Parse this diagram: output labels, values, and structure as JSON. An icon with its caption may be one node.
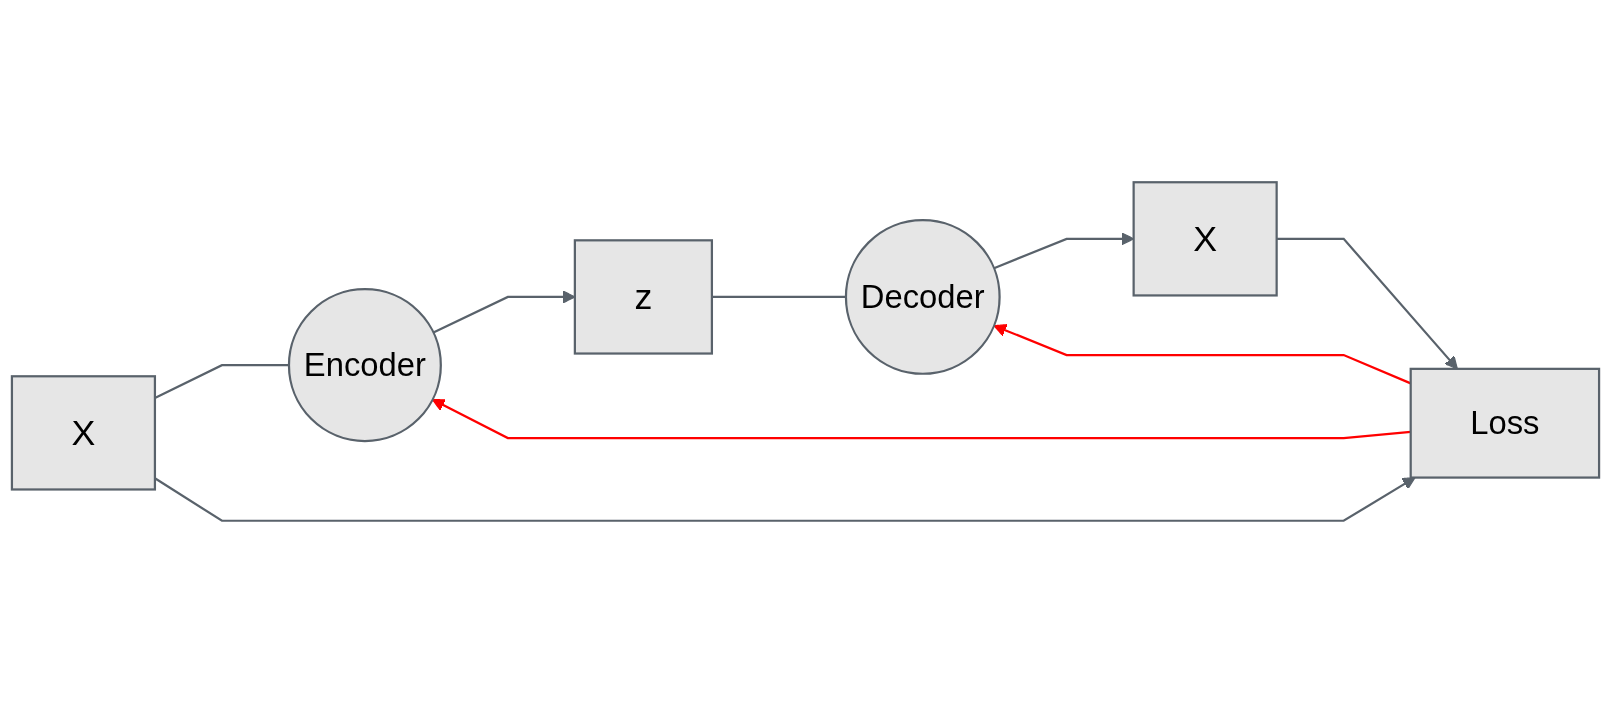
{
  "diagram": {
    "nodes": [
      {
        "text": [
          "X"
        ]
      },
      {
        "text": [
          "Encoder"
        ]
      },
      {
        "text": [
          "z"
        ]
      },
      {
        "text": [
          "Decoder"
        ]
      },
      {
        "text": [
          "X"
        ]
      },
      {
        "text": [
          "Loss"
        ]
      }
    ],
    "edges": [
      {
        "from": 0,
        "to": 1,
        "arrow": "none"
      },
      {
        "from": 1,
        "to": 2,
        "arrow": "to"
      },
      {
        "from": 2,
        "to": 3,
        "arrow": "none"
      },
      {
        "from": 3,
        "to": 4,
        "arrow": "to"
      },
      {
        "from": 4,
        "to": 5,
        "arrow": "to"
      },
      {
        "from": 0,
        "to": 5,
        "arrow": "to"
      },
      {
        "from": 5,
        "to": 3,
        "arrow": "to",
        "color": "#ff0000"
      },
      {
        "from": 5,
        "to": 1,
        "arrow": "to",
        "color": "#ff0000"
      }
    ]
  }
}
